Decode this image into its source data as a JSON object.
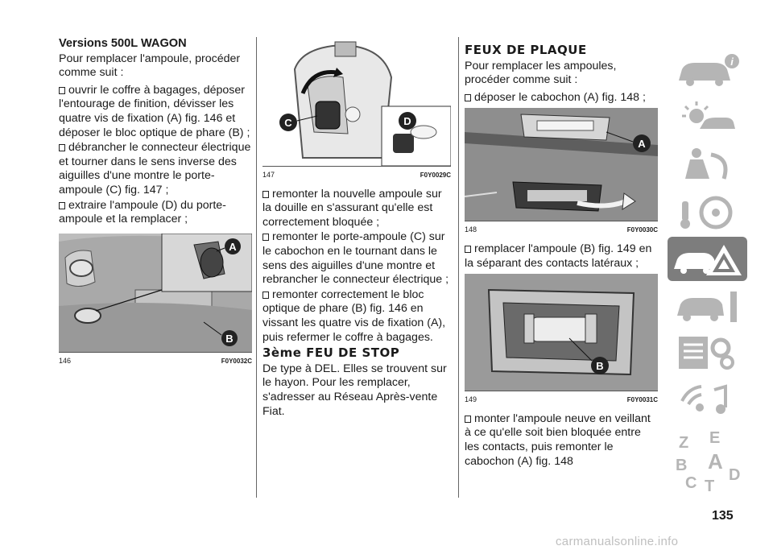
{
  "col1": {
    "heading": "Versions 500L WAGON",
    "intro": "Pour remplacer l'ampoule, procéder comme suit :",
    "bullets": [
      "ouvrir le coffre à bagages, déposer l'entourage de finition, dévisser les quatre vis de fixation (A) fig. 146 et déposer le bloc optique de phare (B) ;",
      "débrancher le connecteur électrique et tourner dans le sens inverse des aiguilles d'une montre le porte-ampoule (C) fig. 147 ;",
      "extraire l'ampoule (D) du porte-ampoule et la remplacer ;"
    ],
    "figure": {
      "number": "146",
      "code": "F0Y0032C",
      "label_a": "A",
      "label_b": "B"
    }
  },
  "col2": {
    "figure": {
      "number": "147",
      "code": "F0Y0029C",
      "label_c": "C",
      "label_d": "D"
    },
    "bullets": [
      "remonter la nouvelle ampoule sur la douille en s'assurant qu'elle est correctement bloquée ;",
      "remonter le porte-ampoule (C) sur le cabochon en le tournant dans le sens des aiguilles d'une montre et rebrancher le connecteur électrique ;",
      "remonter correctement le bloc optique de phare (B) fig. 146 en vissant les quatre vis de fixation (A), puis refermer le coffre à bagages."
    ],
    "section_title": "3ème FEU DE STOP",
    "section_text": "De type à DEL. Elles se trouvent sur le hayon. Pour les remplacer, s'adresser au Réseau Après-vente Fiat."
  },
  "col3": {
    "section_title": "FEUX DE PLAQUE",
    "intro": "Pour remplacer les ampoules, procéder comme suit :",
    "bullet1": "déposer le cabochon (A) fig. 148 ;",
    "figure148": {
      "number": "148",
      "code": "F0Y0030C",
      "label_a": "A"
    },
    "bullet2": "remplacer l'ampoule (B) fig. 149 en la séparant des contacts latéraux ;",
    "figure149": {
      "number": "149",
      "code": "F0Y0031C",
      "label_b": "B"
    },
    "bullet3": "monter l'ampoule neuve en veillant à ce qu'elle soit bien bloquée entre les contacts, puis remonter le cabochon (A) fig. 148"
  },
  "sidebar": {
    "tabs": [
      {
        "icon": "car-info-icon"
      },
      {
        "icon": "dashboard-lights-icon"
      },
      {
        "icon": "airbag-safety-icon"
      },
      {
        "icon": "key-steering-icon"
      },
      {
        "icon": "emergency-warning-icon",
        "active": true
      },
      {
        "icon": "car-maintenance-icon"
      },
      {
        "icon": "technical-data-icon"
      },
      {
        "icon": "multimedia-icon"
      },
      {
        "icon": "index-letters-icon",
        "letters": [
          "Z",
          "E",
          "B",
          "A",
          "D",
          "C",
          "T"
        ]
      }
    ],
    "active_color": "#7d7d7d"
  },
  "page_number": "135",
  "watermark": "carmanualsonline.info"
}
